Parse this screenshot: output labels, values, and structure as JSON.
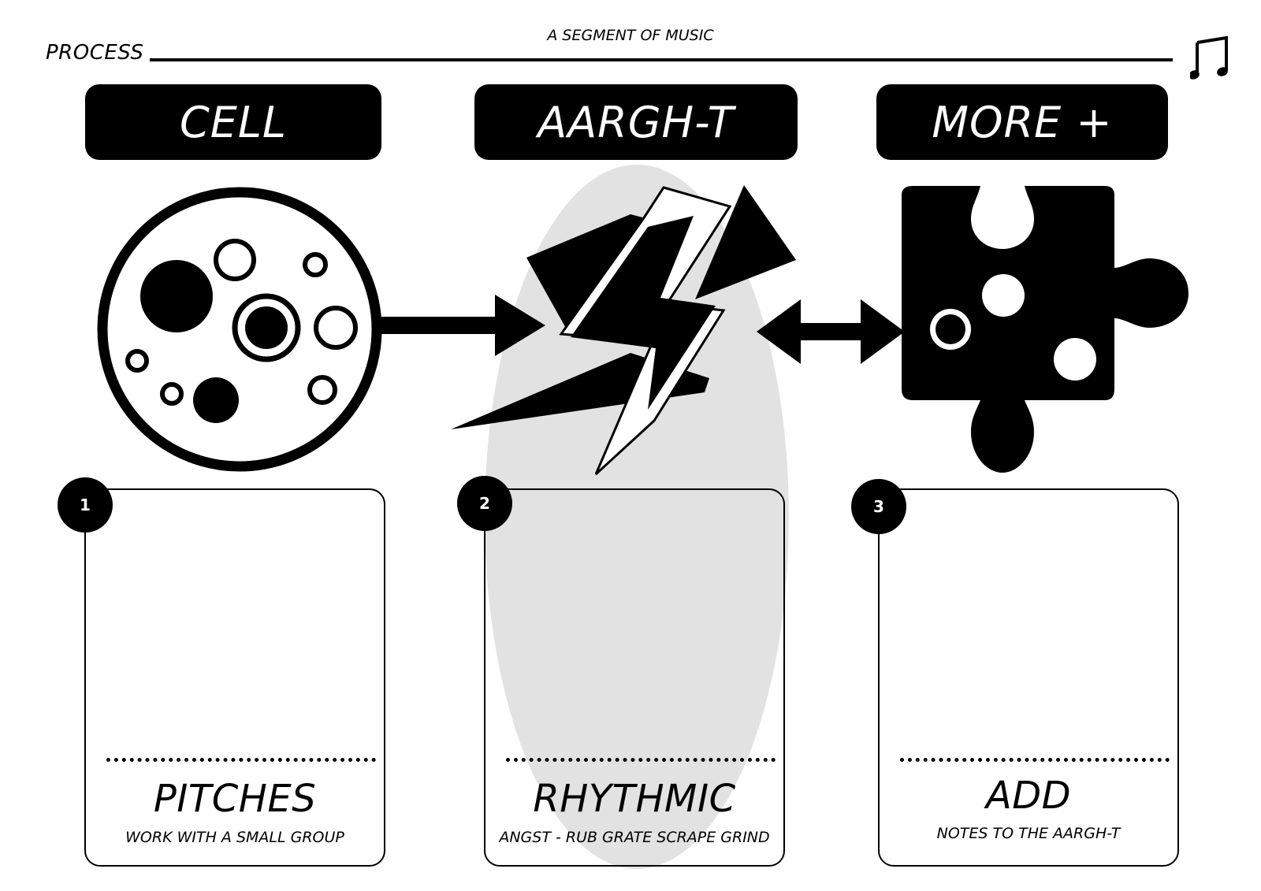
{
  "header": {
    "process_label": "PROCESS",
    "subtitle": "A SEGMENT OF MUSIC"
  },
  "steps": [
    {
      "number": "1",
      "header": "CELL",
      "title": "PITCHES",
      "subtitle": "WORK WITH A SMALL GROUP"
    },
    {
      "number": "2",
      "header": "AARGH-T",
      "title": "RHYTHMIC",
      "subtitle": "ANGST - RUB GRATE SCRAPE GRIND"
    },
    {
      "number": "3",
      "header": "MORE +",
      "title": "ADD",
      "subtitle": "NOTES TO THE AARGH-T"
    }
  ],
  "icons": [
    "music-note-icon",
    "cell-icon",
    "arrow-right-icon",
    "lightning-icon",
    "double-arrow-icon",
    "puzzle-piece-icon"
  ],
  "colors": {
    "ink": "#000000",
    "highlight": "#e2e2e2",
    "background": "#ffffff"
  }
}
